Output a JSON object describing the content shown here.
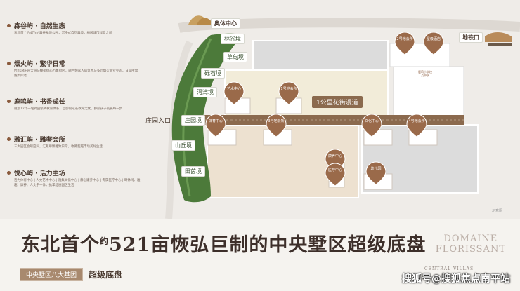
{
  "legend": [
    {
      "title": "森谷屿 · 自然生态",
      "desc": "东北首个约4万m²森谷秘境公园，沉浸式自然森境，栖居城市绿意之间"
    },
    {
      "title": "烟火屿 · 繁华日常",
      "desc": "约2KM庄园大道与棚街组心万象街区，融合频家人居氛围与多元烟火商业业态，日常所需随步即达"
    },
    {
      "title": "鹿鸣屿 · 书香成长",
      "desc": "规划12年一站式园级式教育体系，全龄段成长教育无忧，护航孩子成长每一步"
    },
    {
      "title": "雅汇屿 · 雅奢会所",
      "desc": "三大园区会所空间，汇聚尊臻雅致日常，收藏超越市场美好生活"
    },
    {
      "title": "悦心屿 · 活力主场",
      "desc": "活力体育中心 | 人文艺术中心 | 雅集文化中心 | 静心康养中心 | 专属医疗中心 | 颐休闲、雅趣、康养、人文于一体，执掌品质园区生活"
    }
  ],
  "map_labels": {
    "sports_center": "奥体中心",
    "metro": "地铁口",
    "entrance": "庄园入口",
    "boulevard": "1公里花街漫道",
    "note": "示意图"
  },
  "green_labels": [
    "林谷境",
    "草甸境",
    "砾石境",
    "河湾境",
    "庄园境",
    "山丘境",
    "田茵境"
  ],
  "pins": [
    {
      "label": "艺术中心"
    },
    {
      "label": "1号地会所"
    },
    {
      "label": "体育中心"
    },
    {
      "label": "3号地会所"
    },
    {
      "label": "文化中心"
    },
    {
      "label": "4号地会所"
    },
    {
      "label": "康养中心"
    },
    {
      "label": "医疗中心"
    },
    {
      "label": "幼儿园"
    },
    {
      "label": "2号地会所"
    },
    {
      "label": "星级酒店"
    }
  ],
  "school_label": "鹿鸣小学校及中学",
  "banner": {
    "headline_a": "东北首个",
    "headline_sup": "约",
    "headline_b": "521亩恢弘巨制的中央墅区超级底盘",
    "logo_line1": "DOMAINE",
    "logo_line2": "FLORISSANT",
    "tag_left": "中央墅区八大基因",
    "tag_right": "超级底盘",
    "villas": "CENTRAL VILLAS"
  },
  "watermark": "搜狐号@搜狐焦点南平站",
  "colors": {
    "accent": "#8a5a3c",
    "green": "#4c7a3a",
    "road": "#8b6a4e"
  }
}
